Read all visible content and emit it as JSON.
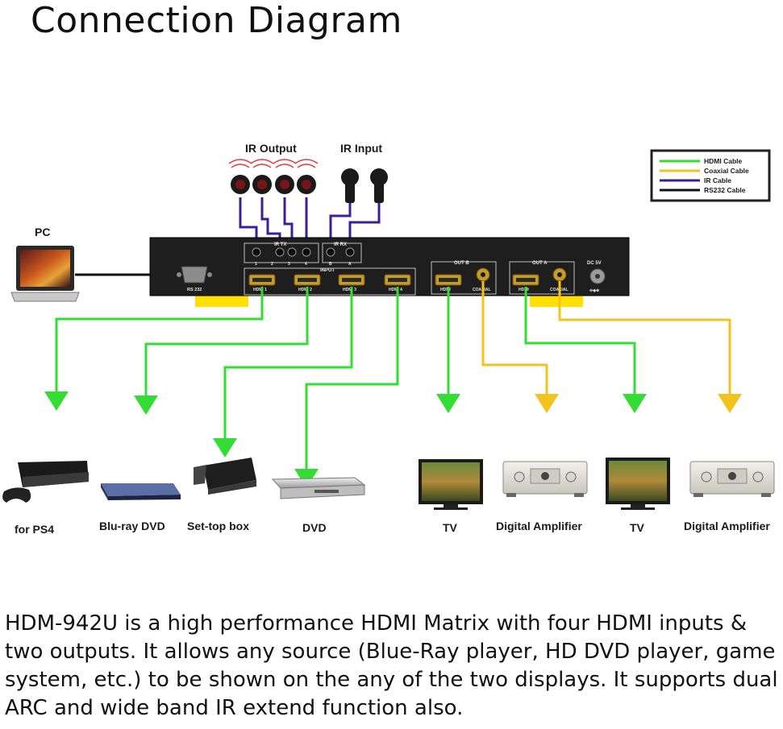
{
  "title": "Connection Diagram",
  "colors": {
    "hdmi": "#33dd33",
    "coaxial": "#f2c31c",
    "ir": "#3b1f9a",
    "rs232": "#111111",
    "device": "#1e1e1e"
  },
  "diagram": {
    "ir_output_label": "IR Output",
    "ir_input_label": "IR Input",
    "pc_label": "PC",
    "legend": {
      "hdmi": "HDMI Cable",
      "coaxial": "Coaxial Cable",
      "ir": "IR Cable",
      "rs232": "RS232 Cable"
    },
    "panel": {
      "ir_tx": "IR TX",
      "ir_rx": "IR RX",
      "ir_tx_ports": [
        "1",
        "2",
        "3",
        "4"
      ],
      "ir_rx_ports": [
        "B",
        "A"
      ],
      "input": "INPUT",
      "rs232": "RS 232",
      "hdmi_inputs": [
        "HDMI 1",
        "HDMI 2",
        "HDMI 3",
        "HDMI 4"
      ],
      "out_b": "OUT B",
      "out_a": "OUT A",
      "hdmi": "HDMI",
      "coaxial": "COAXIAL",
      "dc": "DC 5V"
    },
    "sources": [
      "for PS4",
      "Blu-ray DVD",
      "Set-top box",
      "DVD"
    ],
    "outputs": [
      "TV",
      "Digital Amplifier",
      "TV",
      "Digital Amplifier"
    ]
  },
  "description": "HDM-942U is a high performance HDMI Matrix with four HDMI inputs & two outputs. It allows any source (Blue-Ray player, HD DVD player, game system, etc.) to be shown on the any of the two displays. It supports dual ARC and wide band IR extend function also."
}
